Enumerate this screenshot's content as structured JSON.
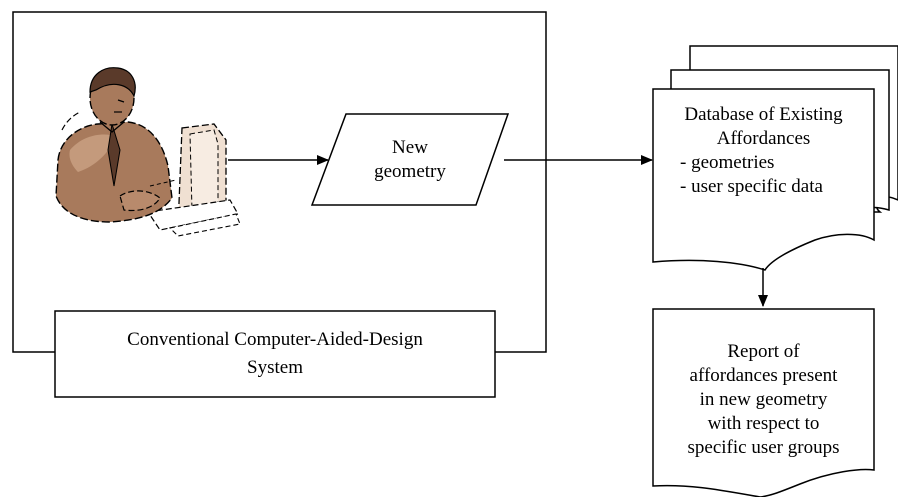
{
  "cad_system": {
    "label_line1": "Conventional Computer-Aided-Design",
    "label_line2": "System"
  },
  "new_geometry": {
    "line1": "New",
    "line2": "geometry"
  },
  "database": {
    "line1": "Database of Existing",
    "line2": "Affordances",
    "line3": "- geometries",
    "line4": "- user specific data"
  },
  "report": {
    "line1": "Report of",
    "line2": "affordances present",
    "line3": "in new geometry",
    "line4": "with respect to",
    "line5": "specific user groups"
  },
  "icons": {
    "designer": "person-at-computer-icon"
  },
  "colors": {
    "line": "#000000",
    "figure_fill": "#a87a5c",
    "figure_light": "#e8d2c0"
  }
}
